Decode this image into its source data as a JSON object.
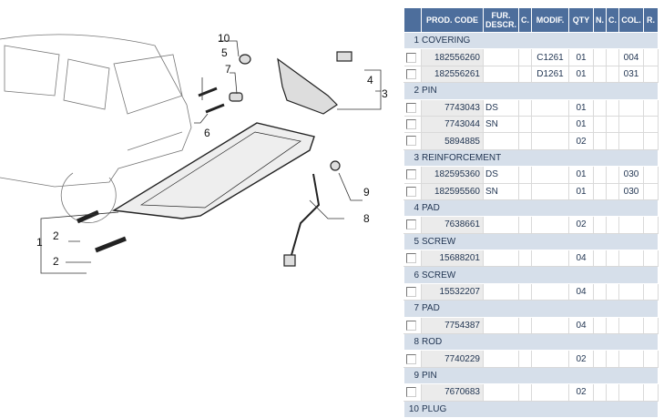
{
  "diagram": {
    "callouts": [
      "1",
      "2",
      "2",
      "3",
      "4",
      "5",
      "6",
      "7",
      "8",
      "9",
      "10"
    ]
  },
  "table": {
    "headers": [
      "",
      "PROD. CODE",
      "FUR. DESCR.",
      "C.",
      "MODIF.",
      "QTY",
      "N.",
      "C.",
      "COL.",
      "R."
    ],
    "groups": [
      {
        "num": "1",
        "name": "COVERING",
        "items": [
          {
            "code": "182556260",
            "descr": "",
            "modif": "C1261",
            "qty": "01",
            "col": "004"
          },
          {
            "code": "182556261",
            "descr": "",
            "modif": "D1261",
            "qty": "01",
            "col": "031"
          }
        ]
      },
      {
        "num": "2",
        "name": "PIN",
        "items": [
          {
            "code": "7743043",
            "descr": "DS",
            "modif": "",
            "qty": "01",
            "col": ""
          },
          {
            "code": "7743044",
            "descr": "SN",
            "modif": "",
            "qty": "01",
            "col": ""
          },
          {
            "code": "5894885",
            "descr": "",
            "modif": "",
            "qty": "02",
            "col": ""
          }
        ]
      },
      {
        "num": "3",
        "name": "REINFORCEMENT",
        "items": [
          {
            "code": "182595360",
            "descr": "DS",
            "modif": "",
            "qty": "01",
            "col": "030"
          },
          {
            "code": "182595560",
            "descr": "SN",
            "modif": "",
            "qty": "01",
            "col": "030"
          }
        ]
      },
      {
        "num": "4",
        "name": "PAD",
        "items": [
          {
            "code": "7638661",
            "descr": "",
            "modif": "",
            "qty": "02",
            "col": ""
          }
        ]
      },
      {
        "num": "5",
        "name": "SCREW",
        "items": [
          {
            "code": "15688201",
            "descr": "",
            "modif": "",
            "qty": "04",
            "col": ""
          }
        ]
      },
      {
        "num": "6",
        "name": "SCREW",
        "items": [
          {
            "code": "15532207",
            "descr": "",
            "modif": "",
            "qty": "04",
            "col": ""
          }
        ]
      },
      {
        "num": "7",
        "name": "PAD",
        "items": [
          {
            "code": "7754387",
            "descr": "",
            "modif": "",
            "qty": "04",
            "col": ""
          }
        ]
      },
      {
        "num": "8",
        "name": "ROD",
        "items": [
          {
            "code": "7740229",
            "descr": "",
            "modif": "",
            "qty": "02",
            "col": ""
          }
        ]
      },
      {
        "num": "9",
        "name": "PIN",
        "items": [
          {
            "code": "7670683",
            "descr": "",
            "modif": "",
            "qty": "02",
            "col": ""
          }
        ]
      },
      {
        "num": "10",
        "name": "PLUG",
        "items": []
      }
    ]
  }
}
